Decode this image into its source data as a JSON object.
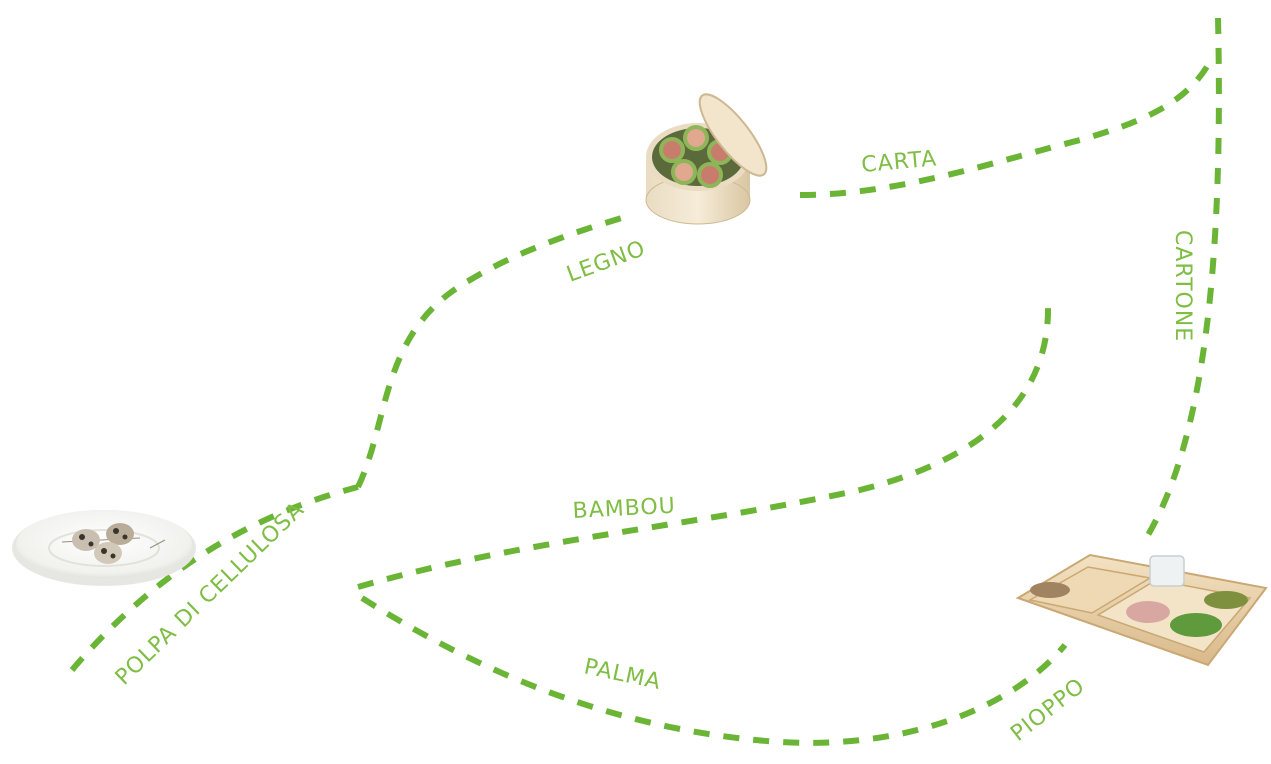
{
  "colors": {
    "path": "#6bb536",
    "label": "#7fbd44",
    "background": "#ffffff"
  },
  "labels": {
    "polpa": "POLPA DI CELLULOSA",
    "legno": "LEGNO",
    "carta": "CARTA",
    "cartone": "CARTONE",
    "bambou": "BAMBOU",
    "palma": "PALMA",
    "pioppo": "PIOPPO"
  },
  "images": {
    "plate": "plate-with-quail-eggs",
    "box": "round-wooden-box-with-sushi",
    "tray": "wooden-bento-tray"
  }
}
